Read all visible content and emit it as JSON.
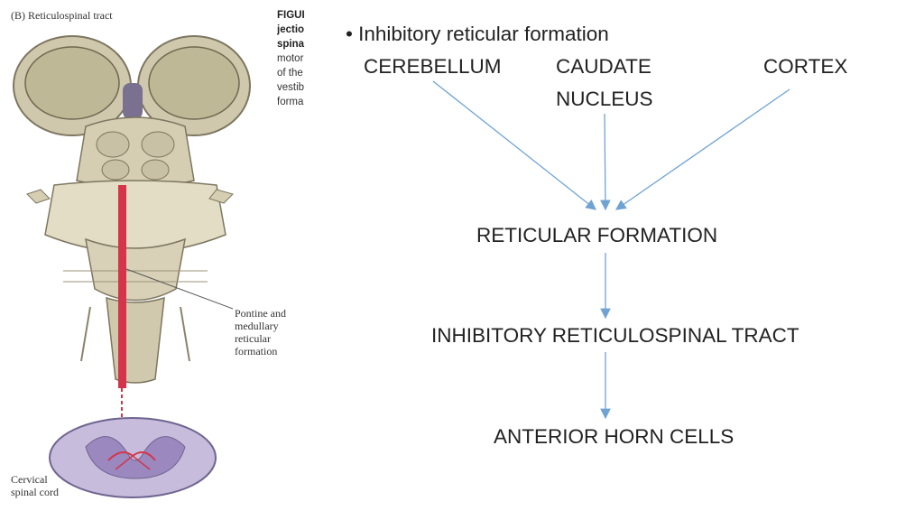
{
  "figure": {
    "title": "(B) Reticulospinal tract",
    "caption_lines": [
      {
        "text": "FIGUI",
        "bold": true
      },
      {
        "text": "jectio",
        "bold": true
      },
      {
        "text": "spina",
        "bold": true
      },
      {
        "text": "motor",
        "bold": false
      },
      {
        "text": "of the",
        "bold": false
      },
      {
        "text": "vestib",
        "bold": false
      },
      {
        "text": "forma",
        "bold": false
      }
    ],
    "label_pontine": [
      "Pontine and",
      "medullary",
      "reticular",
      "formation"
    ],
    "label_cervical": [
      "Cervical",
      "spinal cord"
    ],
    "colors": {
      "tract": "#d4354a",
      "tissue": "#d9d2b8",
      "cord": "#b9a9cf"
    }
  },
  "slide": {
    "bullet": "Inhibitory reticular formation",
    "sources": {
      "cerebellum": "CEREBELLUM",
      "caudate_line1": "CAUDATE",
      "caudate_line2": "NUCLEUS",
      "cortex": "CORTEX"
    },
    "reticular_formation": "RETICULAR FORMATION",
    "tract": "INHIBITORY RETICULOSPINAL TRACT",
    "target": "ANTERIOR HORN CELLS",
    "arrow_color": "#6fa3d4"
  }
}
